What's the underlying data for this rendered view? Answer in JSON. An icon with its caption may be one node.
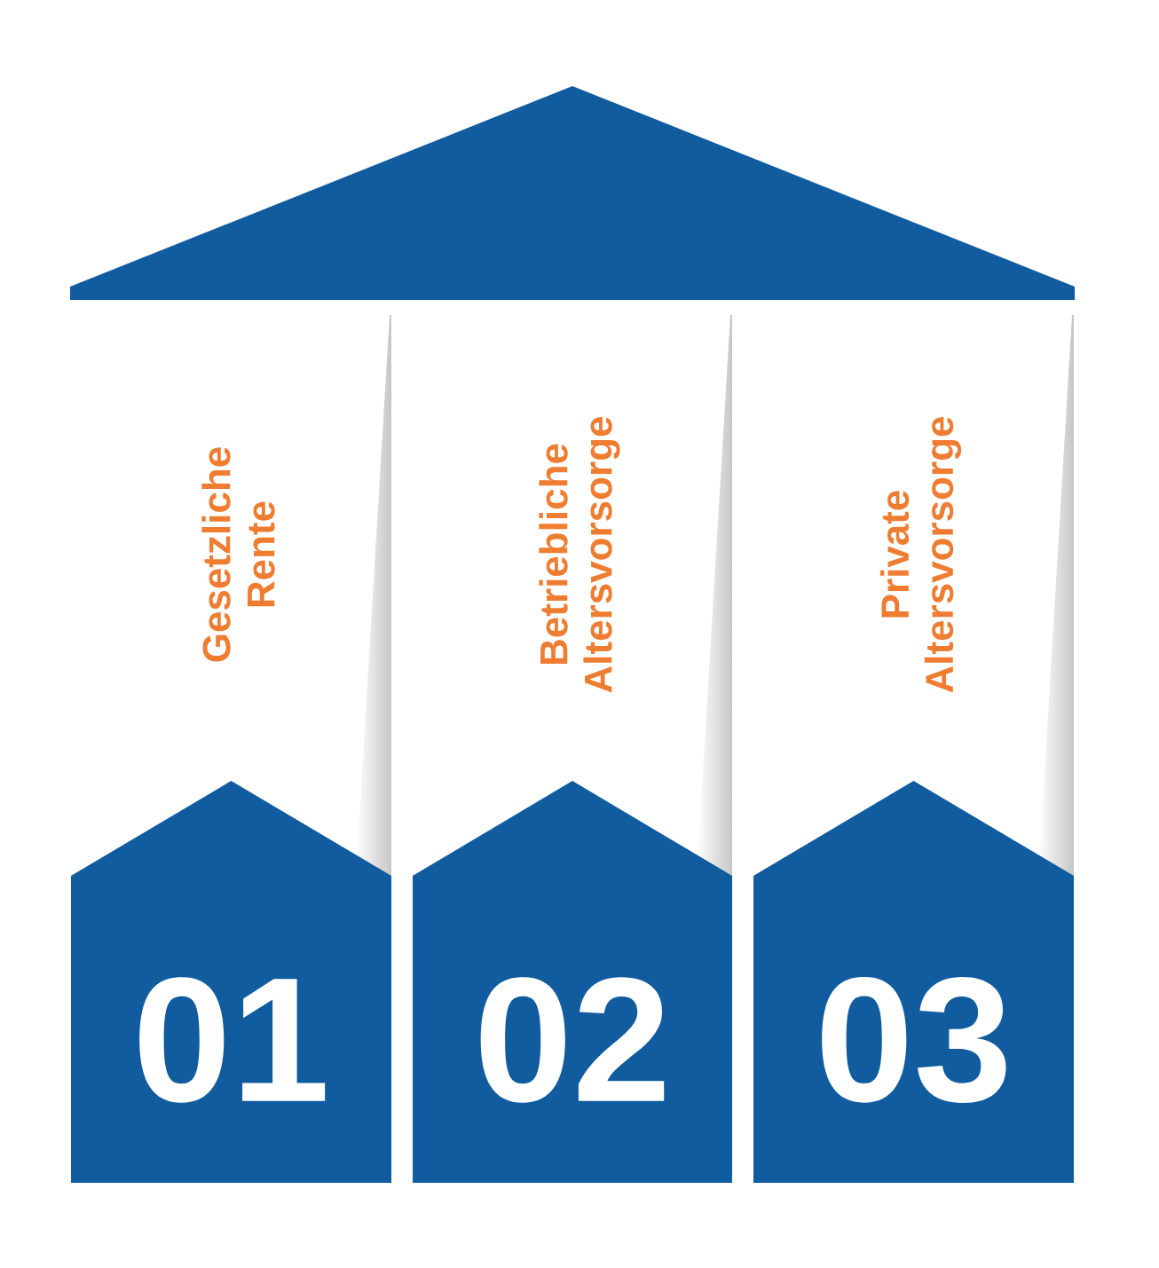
{
  "diagram": {
    "nodes": [
      {
        "text": [],
        "shape": "triangle"
      },
      {
        "text": [
          "Gesetzliche Rente",
          "01"
        ]
      },
      {
        "text": [
          "Betriebliche Altersvorsorge",
          "02"
        ]
      },
      {
        "text": [
          "Private Altersvorsorge",
          "03"
        ]
      }
    ]
  }
}
